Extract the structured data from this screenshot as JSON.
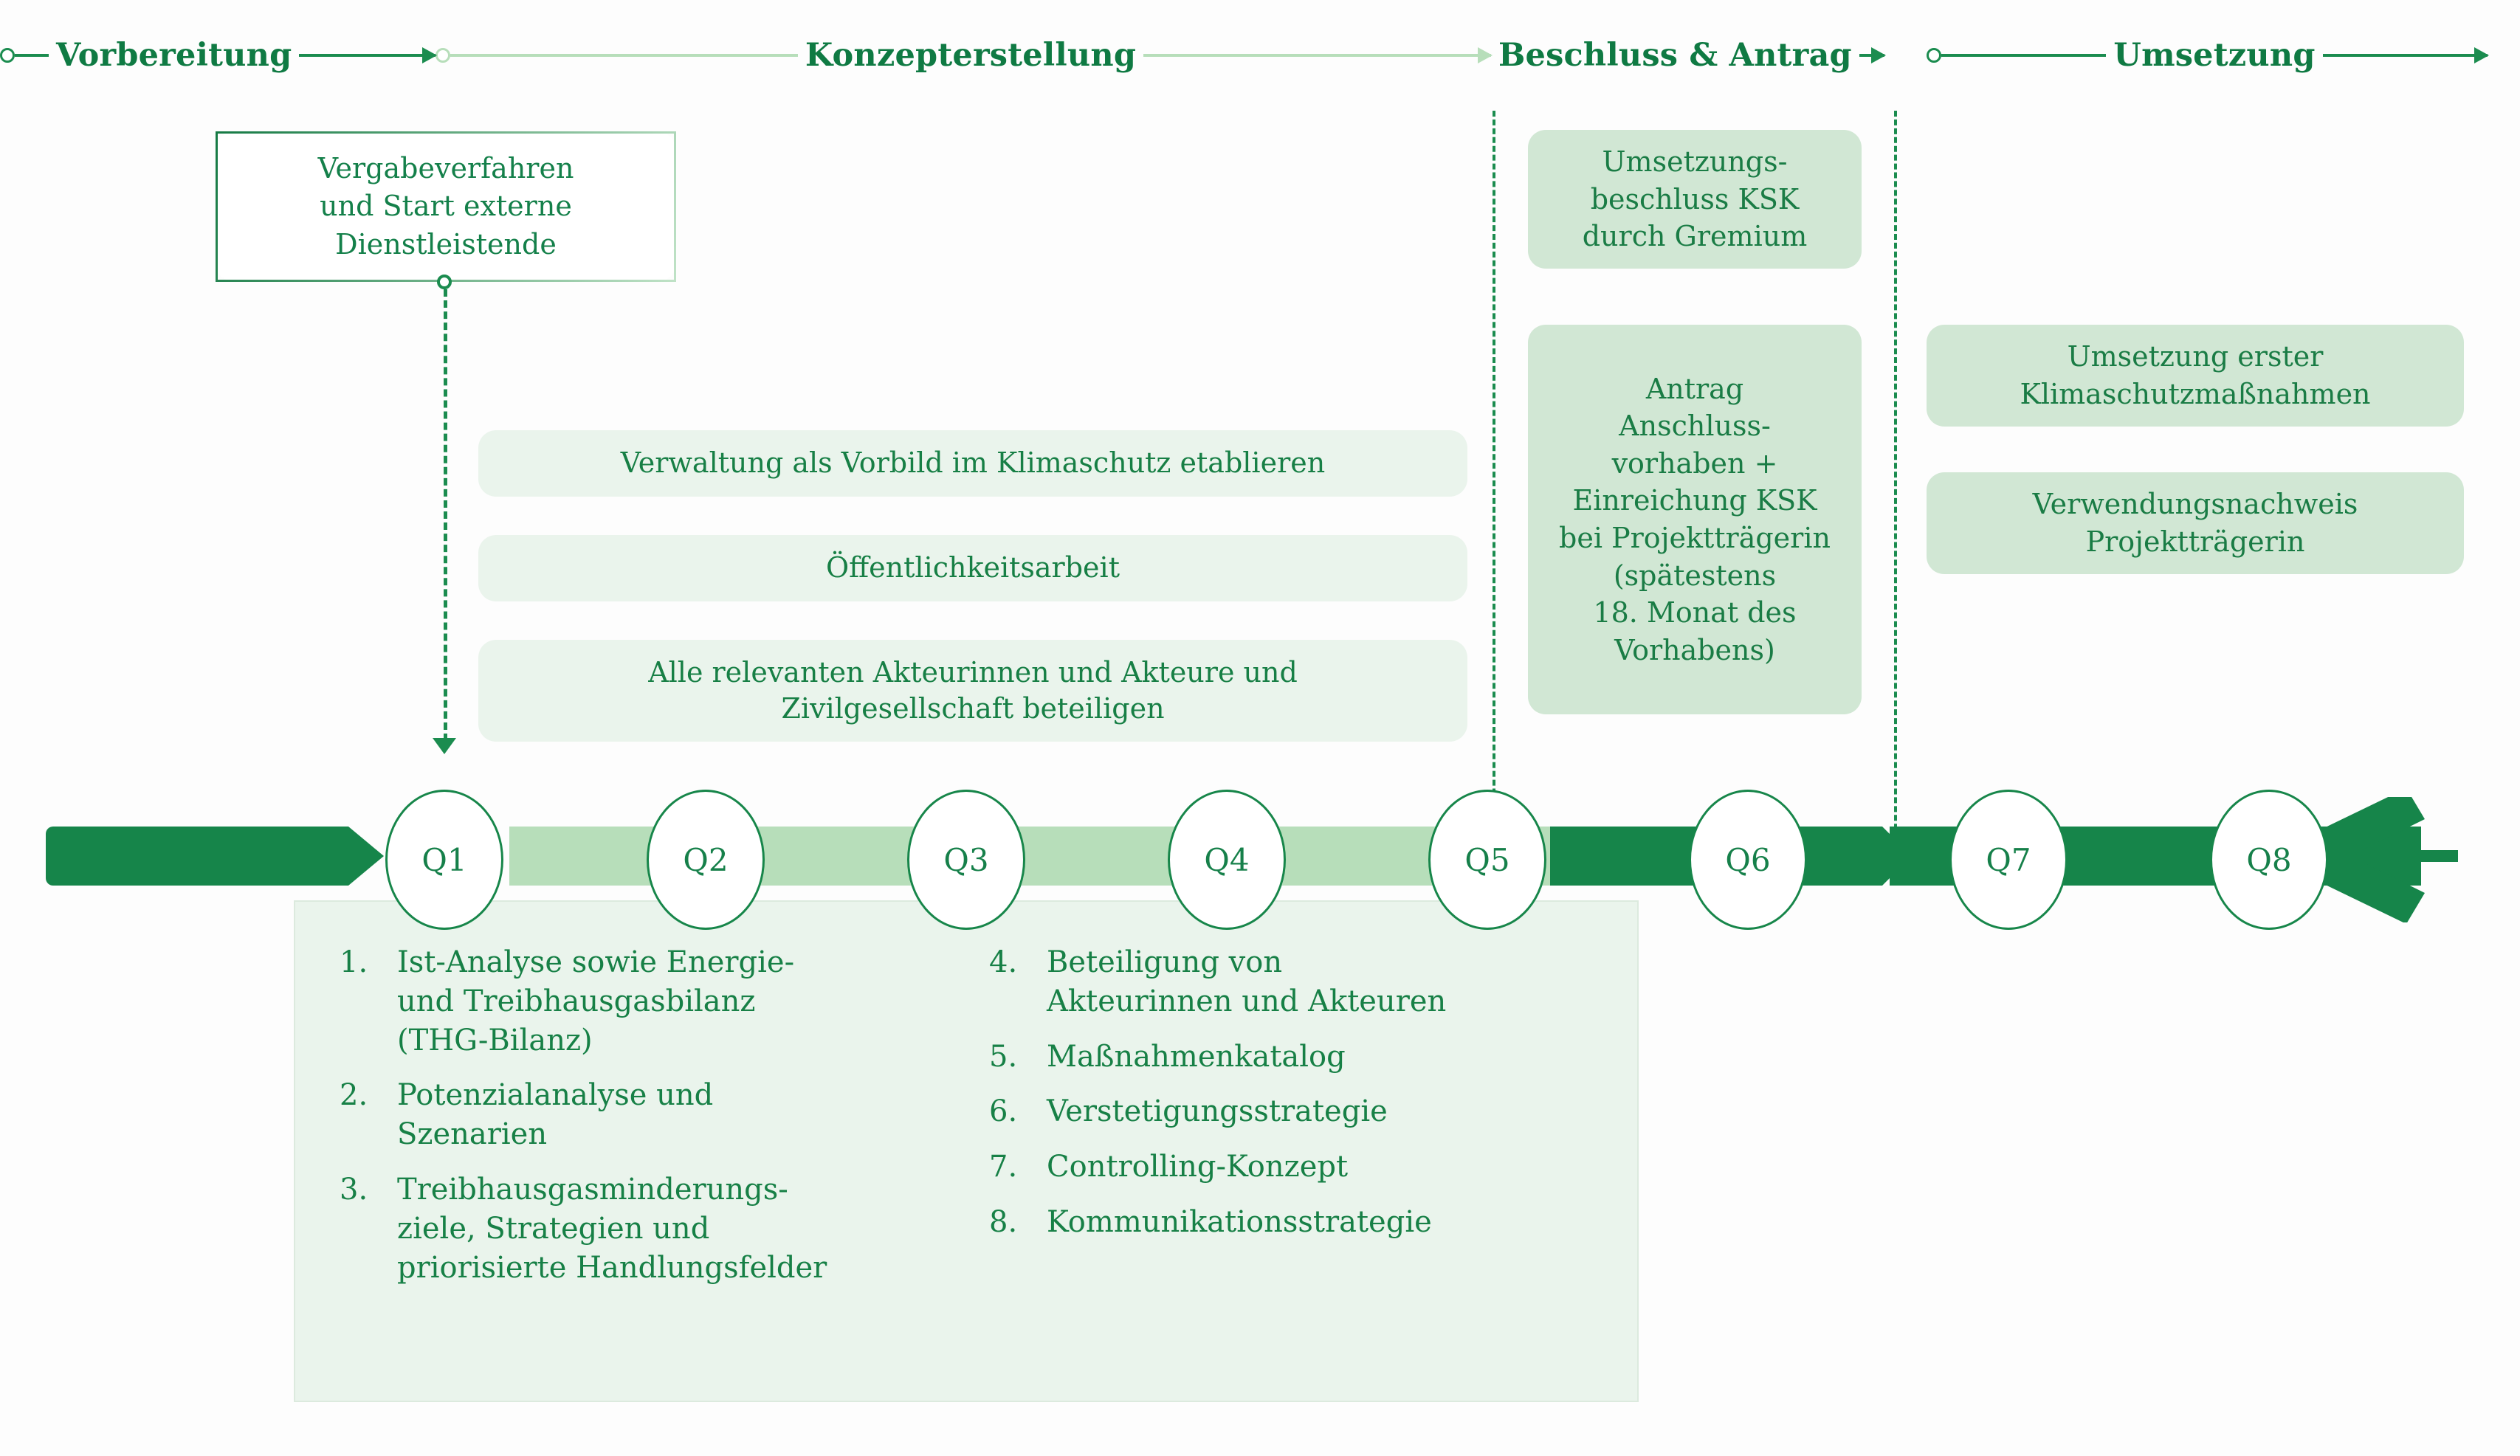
{
  "phases": [
    {
      "label": "Vorbereitung",
      "tone": "dark"
    },
    {
      "label": "Konzepterstellung",
      "tone": "pale"
    },
    {
      "label": "Beschluss & Antrag",
      "tone": "pale"
    },
    {
      "label": "Umsetzung",
      "tone": "dark"
    }
  ],
  "callout": {
    "text": "Vergabeverfahren\nund Start externe\nDienstleistende"
  },
  "pills": [
    {
      "text": "Verwaltung als Vorbild im Klimaschutz etablieren"
    },
    {
      "text": "Öffentlichkeitsarbeit"
    },
    {
      "text": "Alle relevanten Akteurinnen und Akteure und\nZivilgesellschaft beteiligen"
    }
  ],
  "decision_boxes": [
    {
      "text": "Umsetzungs-\nbeschluss KSK\ndurch Gremium"
    },
    {
      "text": "Antrag\nAnschluss-\nvorhaben +\nEinreichung KSK\nbei Projektträgerin\n(spätestens\n18. Monat des\nVorhabens)"
    }
  ],
  "implementation_boxes": [
    {
      "text": "Umsetzung erster\nKlimaschutzmaßnahmen"
    },
    {
      "text": "Verwendungsnachweis\nProjektträgerin"
    }
  ],
  "quarters": [
    "Q1",
    "Q2",
    "Q3",
    "Q4",
    "Q5",
    "Q6",
    "Q7",
    "Q8"
  ],
  "deliverables": {
    "left": [
      {
        "num": "1.",
        "text": "Ist-Analyse sowie Energie-\nund Treibhausgasbilanz\n(THG-Bilanz)"
      },
      {
        "num": "2.",
        "text": "Potenzialanalyse und\nSzenarien"
      },
      {
        "num": "3.",
        "text": "Treibhausgasminderungs-\nziele, Strategien und\npriorisierte Handlungsfelder"
      }
    ],
    "right": [
      {
        "num": "4.",
        "text": "Beteiligung von\nAkteurinnen und Akteuren"
      },
      {
        "num": "5.",
        "text": "Maßnahmenkatalog"
      },
      {
        "num": "6.",
        "text": "Verstetigungsstrategie"
      },
      {
        "num": "7.",
        "text": "Controlling-Konzept"
      },
      {
        "num": "8.",
        "text": "Kommunikationsstrategie"
      }
    ]
  },
  "colors": {
    "green_dark": "#16854a",
    "green_mid": "#b7deba",
    "green_box": "#d1e7d4",
    "green_pill": "#eaf4ec",
    "text_green": "#16804a"
  }
}
